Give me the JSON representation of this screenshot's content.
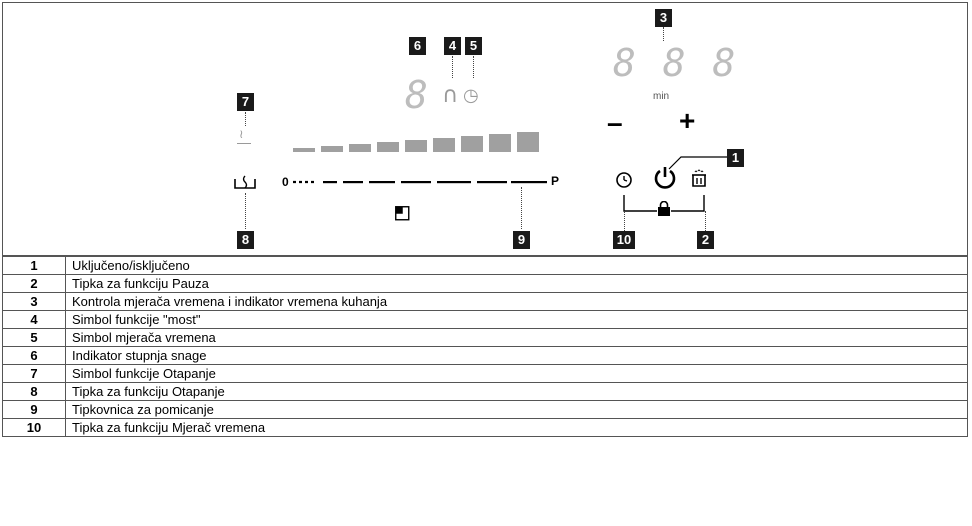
{
  "callouts": {
    "c1": "1",
    "c2": "2",
    "c3": "3",
    "c4": "4",
    "c5": "5",
    "c6": "6",
    "c7": "7",
    "c8": "8",
    "c9": "9",
    "c10": "10"
  },
  "display": {
    "power_level_digit": "8",
    "timer_digits": "8 8 8",
    "timer_unit": "min",
    "minus_label": "–",
    "plus_label": "+",
    "slider_start": "0",
    "slider_end": "P"
  },
  "icons": {
    "bridge": "bridge-function-icon",
    "timer_small": "timer-icon",
    "defrost_indicator": "defrost-indicator-icon",
    "defrost_key": "defrost-key-icon",
    "stop_go": "pause-icon",
    "power": "power-icon",
    "clock": "clock-icon",
    "lock": "lock-icon",
    "zone": "zone-indicator-icon"
  },
  "colors": {
    "callout_bg": "#1a1a1a",
    "display_grey": "#bdbdbd",
    "bar_grey": "#a0a0a0"
  },
  "legend": [
    {
      "num": "1",
      "text": "Uključeno/isključeno"
    },
    {
      "num": "2",
      "text": "Tipka za funkciju Pauza"
    },
    {
      "num": "3",
      "text": "Kontrola mjerača vremena i indikator vremena kuhanja"
    },
    {
      "num": "4",
      "text": "Simbol funkcije \"most\""
    },
    {
      "num": "5",
      "text": "Simbol mjerača vremena"
    },
    {
      "num": "6",
      "text": "Indikator stupnja snage"
    },
    {
      "num": "7",
      "text": "Simbol funkcije Otapanje"
    },
    {
      "num": "8",
      "text": "Tipka za funkciju Otapanje"
    },
    {
      "num": "9",
      "text": "Tipkovnica za pomicanje"
    },
    {
      "num": "10",
      "text": "Tipka za funkciju Mjerač vremena"
    }
  ]
}
